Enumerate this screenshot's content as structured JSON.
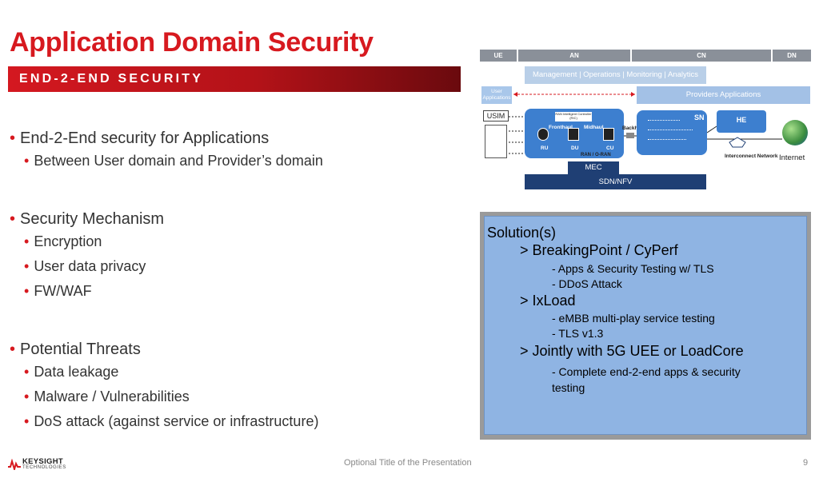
{
  "slide": {
    "title": "Application Domain Security",
    "subtitle": "END-2-END SECURITY"
  },
  "bullets": [
    {
      "text": "End-2-End security for Applications",
      "sub": [
        "Between User domain and Provider’s domain"
      ]
    },
    {
      "text": "Security Mechanism",
      "sub": [
        "Encryption",
        "User data privacy",
        "FW/WAF"
      ]
    },
    {
      "text": "Potential Threats",
      "sub": [
        "Data leakage",
        "Malware / Vulnerabilities",
        "DoS attack (against service or infrastructure)"
      ]
    }
  ],
  "diagram": {
    "segments": [
      "UE",
      "AN",
      "CN",
      "DN"
    ],
    "management": "Management | Operations | Monitoring | Analytics",
    "user_applications": "User Applications",
    "providers_applications": "Providers Applications",
    "usim": "USIM",
    "ric": "RAN Intelligent Controller (RIC)",
    "fronthaul": "Fronthaul",
    "midhaul": "Midhaul",
    "backhaul": "Backhaul",
    "ru": "RU",
    "du": "DU",
    "cu": "CU",
    "ran_label": "RAN / O-RAN",
    "sn": "SN",
    "he": "HE",
    "mec": "MEC",
    "sdn": "SDN/NFV",
    "interconnect": "Interconnect Network",
    "internet": "Internet"
  },
  "solution": {
    "title": "Solution(s)",
    "items": [
      {
        "label": "> BreakingPoint / CyPerf",
        "details": [
          "- Apps & Security Testing w/ TLS",
          "- DDoS Attack"
        ]
      },
      {
        "label": "> IxLoad",
        "details": [
          "- eMBB multi-play service testing",
          "- TLS v1.3"
        ]
      },
      {
        "label": "> Jointly with 5G UEE or LoadCore",
        "details": [
          "- Complete end-2-end apps & security",
          "testing"
        ]
      }
    ]
  },
  "footer": {
    "logo_name": "KEYSIGHT",
    "logo_sub": "TECHNOLOGIES",
    "presentation_title": "Optional Title of the Presentation",
    "page_number": "9"
  },
  "colors": {
    "accent_red": "#d7191f",
    "diagram_blue": "#3d7fcf",
    "diagram_navy": "#1f3f74",
    "solution_bg": "#8fb4e3"
  }
}
